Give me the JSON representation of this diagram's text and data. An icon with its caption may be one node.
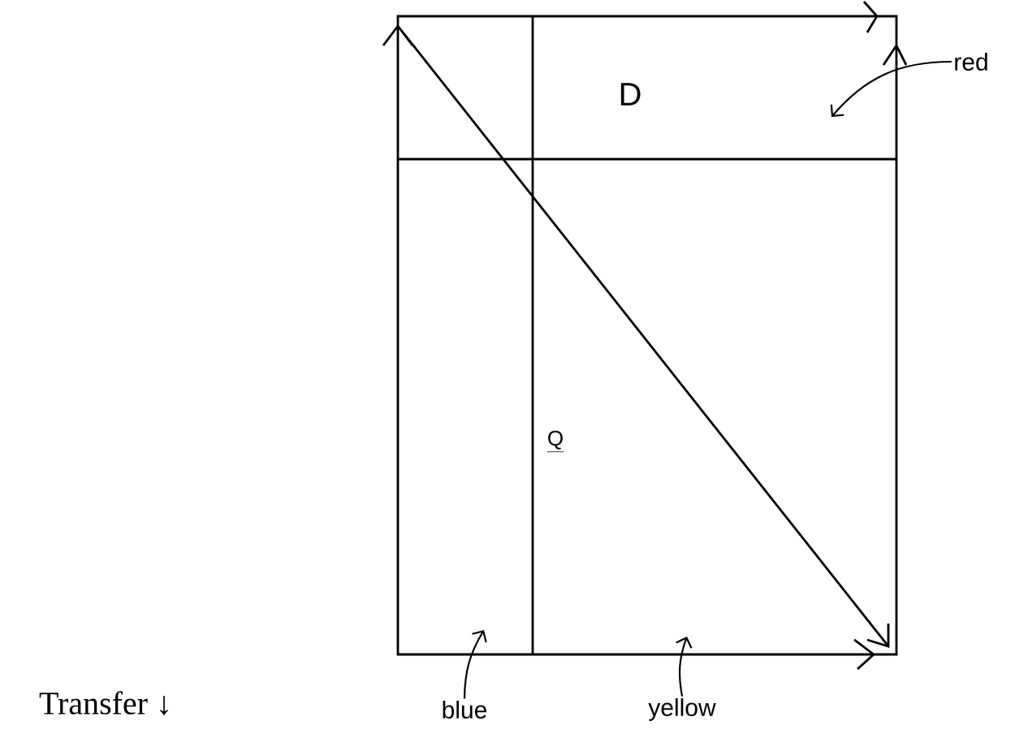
{
  "diagram": {
    "nodes": [
      {
        "text": [
          "red"
        ]
      },
      {
        "text": [
          "blue"
        ]
      },
      {
        "text": [
          "yellow"
        ]
      }
    ],
    "edges": [
      {
        "from": 0,
        "to": null,
        "arrow": "to"
      },
      {
        "from": 1,
        "to": null,
        "arrow": "to"
      },
      {
        "from": 2,
        "to": null,
        "arrow": "to"
      }
    ],
    "labels": [
      "D",
      "Q",
      "Transfer ↓"
    ]
  }
}
